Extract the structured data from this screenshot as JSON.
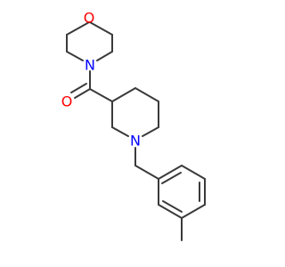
{
  "molecule": {
    "atoms": [
      {
        "id": "o_morph",
        "label": "O",
        "color": "#ff0000"
      },
      {
        "id": "n_morph",
        "label": "N",
        "color": "#0000ff"
      },
      {
        "id": "o_carbonyl",
        "label": "O",
        "color": "#ff0000"
      },
      {
        "id": "n_pip",
        "label": "N",
        "color": "#0000ff"
      }
    ],
    "bond_color": "#3a3a3a"
  }
}
